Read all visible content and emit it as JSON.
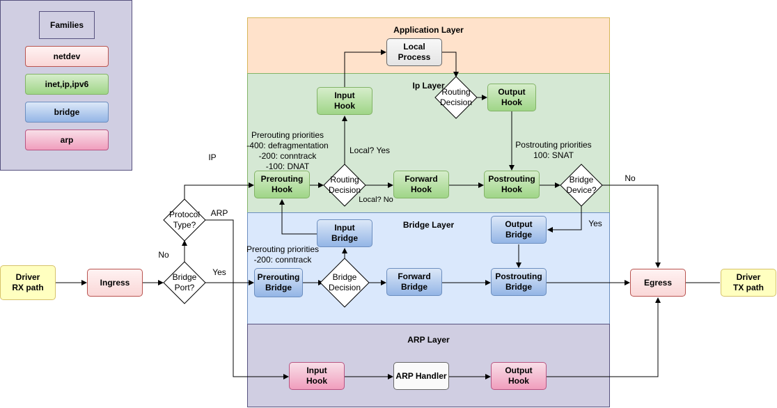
{
  "legend": {
    "title": "Families",
    "items": [
      "netdev",
      "inet,ip,ipv6",
      "bridge",
      "arp"
    ]
  },
  "layers": {
    "application": "Application Layer",
    "ip": "Ip Layer",
    "bridge": "Bridge Layer",
    "arp": "ARP Layer"
  },
  "nodes": {
    "driver_rx": "Driver\nRX path",
    "ingress": "Ingress",
    "egress": "Egress",
    "driver_tx": "Driver\nTX path",
    "local_process": "Local\nProcess",
    "input_hook_ip": "Input\nHook",
    "output_hook_ip": "Output\nHook",
    "prerouting_hook": "Prerouting\nHook",
    "forward_hook": "Forward\nHook",
    "postrouting_hook": "Postrouting\nHook",
    "input_bridge": "Input\nBridge",
    "output_bridge": "Output\nBridge",
    "prerouting_bridge": "Prerouting\nBridge",
    "forward_bridge": "Forward\nBridge",
    "postrouting_bridge": "Postrouting\nBridge",
    "input_hook_arp": "Input\nHook",
    "arp_handler": "ARP Handler",
    "output_hook_arp": "Output\nHook"
  },
  "decisions": {
    "protocol_type": "Protocol\nType?",
    "bridge_port": "Bridge\nPort?",
    "routing_decision_top": "Routing\nDecision",
    "routing_decision_mid": "Routing\nDecision",
    "bridge_device": "Bridge\nDevice?",
    "bridge_decision": "Bridge\nDecision"
  },
  "labels": {
    "ip": "IP",
    "arp": "ARP",
    "no_bridge_port": "No",
    "yes_bridge_port": "Yes",
    "local_yes": "Local? Yes",
    "local_no": "Local? No",
    "bridge_device_no": "No",
    "bridge_device_yes": "Yes",
    "prerouting_priorities_ip": "Prerouting priorities\n-400: defragmentation\n-200: conntrack\n-100: DNAT",
    "postrouting_priorities": "Postrouting priorities\n100: SNAT",
    "prerouting_priorities_bridge": "Prerouting priorities\n-200: conntrack"
  }
}
